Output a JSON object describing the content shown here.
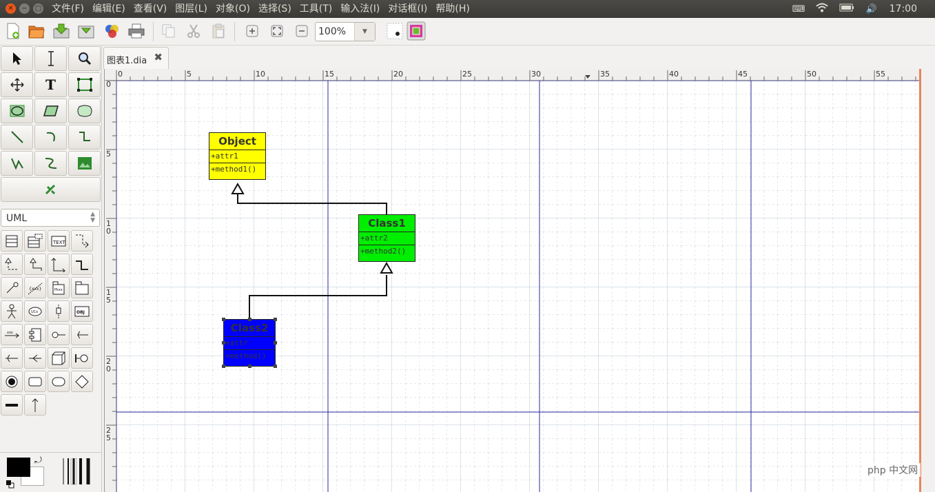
{
  "system": {
    "clock": "17:00"
  },
  "menus": [
    "文件(F)",
    "编辑(E)",
    "查看(V)",
    "图层(L)",
    "对象(O)",
    "选择(S)",
    "工具(T)",
    "输入法(I)",
    "对话框(I)",
    "帮助(H)"
  ],
  "toolbar": {
    "zoom_value": "100%"
  },
  "tabs": [
    {
      "label": "图表1.dia"
    }
  ],
  "sheet_selector": {
    "value": "UML"
  },
  "rulers": {
    "horizontal": [
      "0",
      "5",
      "10",
      "15",
      "20",
      "25",
      "30",
      "35",
      "40",
      "45",
      "50",
      "55"
    ],
    "vertical": [
      [
        "0"
      ],
      [
        "5"
      ],
      [
        "1",
        "0"
      ],
      [
        "1",
        "5"
      ],
      [
        "2",
        "0"
      ],
      [
        "2",
        "5"
      ]
    ]
  },
  "diagram": {
    "classes": [
      {
        "name": "Object",
        "attr": "+attr1",
        "method": "+method1()",
        "color": "#ffff00"
      },
      {
        "name": "Class1",
        "attr": "+attr2",
        "method": "+method2()",
        "color": "#00ee00"
      },
      {
        "name": "Class2",
        "attr": "+attr",
        "method": "+method()",
        "color": "#0000ff"
      }
    ]
  },
  "watermark": {
    "text": "php 中文网"
  },
  "colors": {
    "accent": "#e8845a",
    "guide": "#2a2aa0"
  }
}
